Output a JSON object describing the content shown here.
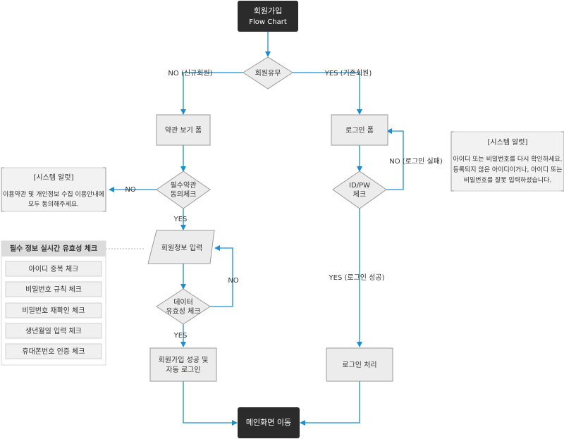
{
  "start": {
    "line1": "회원가입",
    "line2": "Flow Chart"
  },
  "decision_member": "회원유무",
  "label_no_new": "NO (신규회원)",
  "label_yes_existing": "YES (기존회원)",
  "terms_form": "약관 보기 폼",
  "login_form": "로그인 폼",
  "decision_terms": {
    "line1": "필수약관",
    "line2": "동의체크"
  },
  "label_terms_no": "NO",
  "label_terms_yes": "YES",
  "decision_idpw": {
    "line1": "ID/PW",
    "line2": "체크"
  },
  "label_login_fail": "NO (로그인 실패)",
  "label_login_success": "YES (로그인 성공)",
  "member_info_input": "회원정보 입력",
  "decision_data": {
    "line1": "데이터",
    "line2": "유효성 체크"
  },
  "label_data_no": "NO",
  "label_data_yes": "YES",
  "signup_success": {
    "line1": "회원가입 성공 및",
    "line2": "자동 로그인"
  },
  "login_process": "로그인 처리",
  "main_screen": "메인화면 이동",
  "alert_left": {
    "title": "[시스템 알럿]",
    "line1": "이용약관 및 개인정보 수집 이용안내에",
    "line2": "모두 동의해주세요."
  },
  "alert_right": {
    "title": "[시스템 알럿]",
    "line1": "아이디 또는 비밀번호를 다시 확인하세요.",
    "line2": "등록되지 않은 아이디이거나, 아이디 또는",
    "line3": "비밀번호를 잘못 입력하셨습니다."
  },
  "check_panel": {
    "title": "필수 정보 실시간 유효성 체크",
    "items": [
      "아이디 중복 체크",
      "비밀번호 규칙 체크",
      "비밀번호 재확인 체크",
      "생년월일 입력 체크",
      "휴대폰번호 인증 체크"
    ]
  },
  "colors": {
    "edge": "#1a8fd0",
    "dark_node": "#2b2b2b",
    "process_node": "#ececec"
  }
}
